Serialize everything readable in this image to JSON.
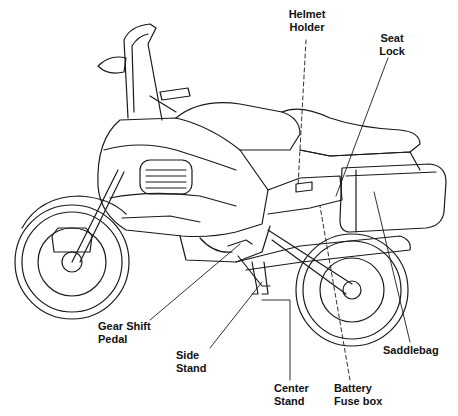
{
  "diagram": {
    "labels": [
      "Helmet Holder",
      "Seat Lock",
      "Gear Shift Pedal",
      "Side Stand",
      "Center Stand",
      "Battery Fuse box",
      "Saddlebag"
    ]
  }
}
